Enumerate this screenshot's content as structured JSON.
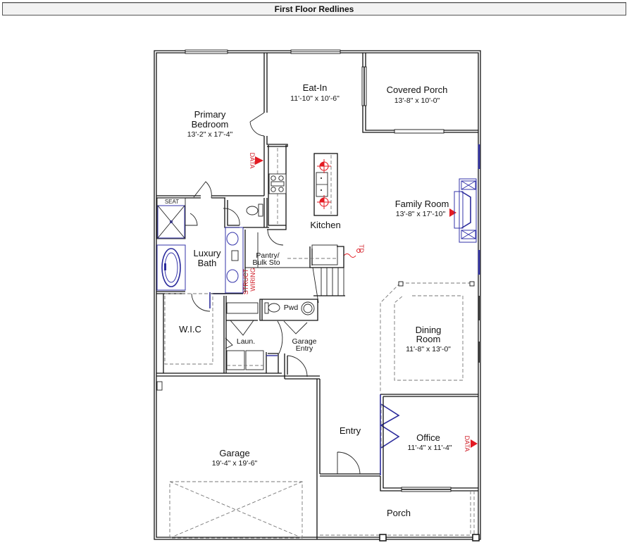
{
  "header": {
    "title": "First Floor Redlines"
  },
  "rooms": {
    "primary_bedroom": {
      "name_line1": "Primary",
      "name_line2": "Bedroom",
      "dims": "13'-2\" x 17'-4\""
    },
    "eat_in": {
      "name": "Eat-In",
      "dims": "11'-10\" x 10'-6\""
    },
    "covered_porch": {
      "name": "Covered Porch",
      "dims": "13'-8\" x 10'-0\""
    },
    "family_room": {
      "name": "Family Room",
      "dims": "13'-8\" x 17'-10\""
    },
    "kitchen": {
      "name": "Kitchen"
    },
    "luxury_bath": {
      "name_line1": "Luxury",
      "name_line2": "Bath"
    },
    "pantry": {
      "name_line1": "Pantry/",
      "name_line2": "Bulk Sto"
    },
    "wic": {
      "name": "W.I.C"
    },
    "laundry": {
      "name": "Laun."
    },
    "powder": {
      "name": "Pwd"
    },
    "garage_entry": {
      "name_line1": "Garage",
      "name_line2": "Entry"
    },
    "dining_room": {
      "name_line1": "Dining",
      "name_line2": "Room",
      "dims": "11'-8\" x 13'-0\""
    },
    "office": {
      "name": "Office",
      "dims": "11'-4\" x 11'-4\""
    },
    "entry": {
      "name": "Entry"
    },
    "garage": {
      "name": "Garage",
      "dims": "19'-4\" x 19'-6\""
    },
    "porch": {
      "name": "Porch"
    }
  },
  "labels": {
    "seat": "SEAT",
    "struct_wiring_line1": "STRUCT",
    "struct_wiring_line2": "WIRING",
    "data_marker": "DATA",
    "td_marker": "TD"
  },
  "colors": {
    "redline": "#e31b23",
    "fixture_blue": "#2b2b9c",
    "wall": "#111111"
  }
}
